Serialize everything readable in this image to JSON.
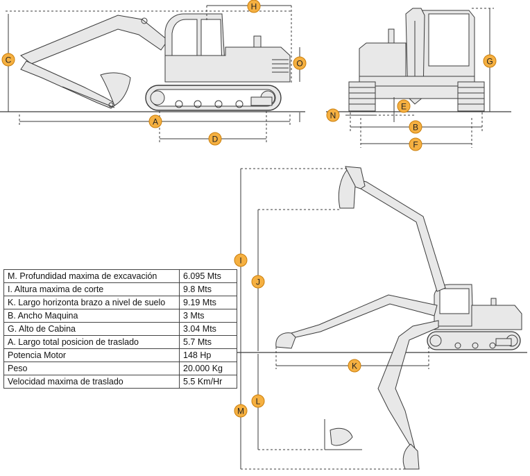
{
  "dimension_labels": {
    "A": "A",
    "B": "B",
    "C": "C",
    "D": "D",
    "E": "E",
    "F": "F",
    "G": "G",
    "H": "H",
    "I": "I",
    "J": "J",
    "K": "K",
    "L": "L",
    "M": "M",
    "N": "N",
    "O": "O"
  },
  "colors": {
    "badge_fill": "#f5b041",
    "badge_stroke": "#c97d0a",
    "line": "#3a3a3a",
    "machine_fill": "#e8e8e8"
  },
  "specs": [
    {
      "name": "M. Profundidad maxima de excavación",
      "value": "6.095 Mts"
    },
    {
      "name": "I. Altura maxima de corte",
      "value": "9.8 Mts"
    },
    {
      "name": "K. Largo horizonta brazo a nivel de suelo",
      "value": "9.19 Mts"
    },
    {
      "name": "B. Ancho Maquina",
      "value": "3 Mts"
    },
    {
      "name": "G. Alto de Cabina",
      "value": "3.04 Mts"
    },
    {
      "name": "A. Largo total posicion de traslado",
      "value": "5.7 Mts"
    },
    {
      "name": "Potencia Motor",
      "value": "148 Hp"
    },
    {
      "name": "Peso",
      "value": "20.000 Kg"
    },
    {
      "name": "Velocidad maxima de traslado",
      "value": "5.5 Km/Hr"
    }
  ]
}
